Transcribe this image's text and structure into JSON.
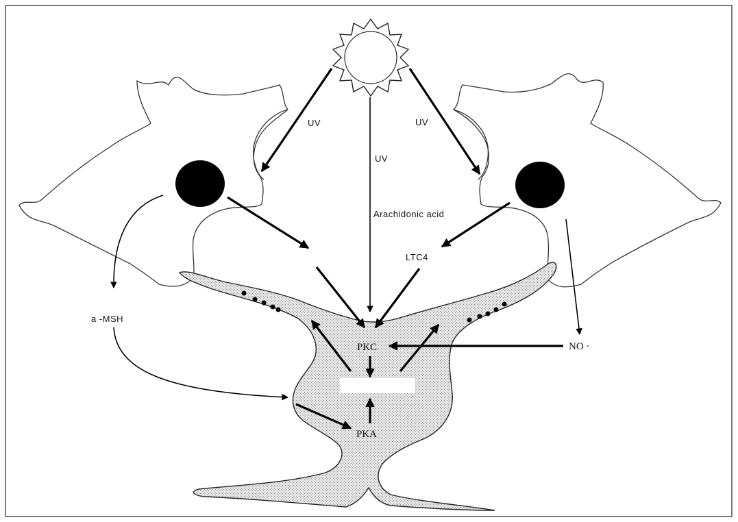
{
  "labels": {
    "uv_left": "UV",
    "uv_center": "UV",
    "uv_right": "UV",
    "arachidonic_acid": "Arachidonic acid",
    "ltc4": "LTC4",
    "alpha_msh": "a -MSH",
    "pkc": "PKC",
    "pka": "PKA",
    "no": "NO ·"
  }
}
